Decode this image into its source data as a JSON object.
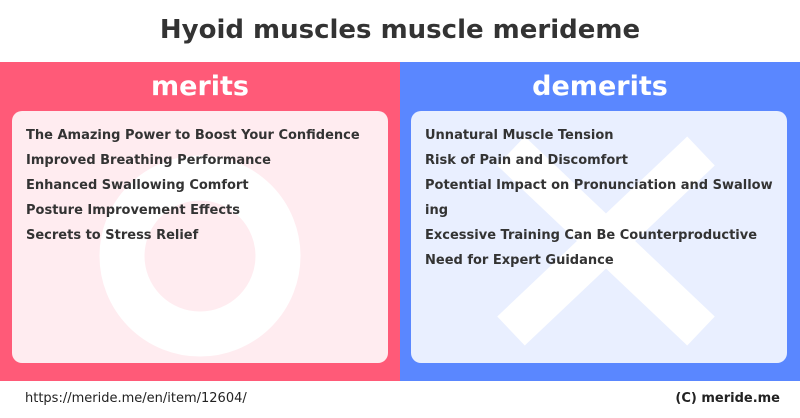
{
  "title": "Hyoid muscles muscle merideme",
  "merits": {
    "heading": "merits",
    "items": [
      "The Amazing Power to Boost Your Confidence",
      "Improved Breathing Performance",
      "Enhanced Swallowing Comfort",
      "Posture Improvement Effects",
      "Secrets to Stress Relief"
    ]
  },
  "demerits": {
    "heading": "demerits",
    "items": [
      "Unnatural Muscle Tension",
      "Risk of Pain and Discomfort",
      "Potential Impact on Pronunciation and Swallowing",
      "Excessive Training Can Be Counterproductive",
      "Need for Expert Guidance"
    ]
  },
  "footer": {
    "url": "https://meride.me/en/item/12604/",
    "copyright": "(C) meride.me"
  }
}
